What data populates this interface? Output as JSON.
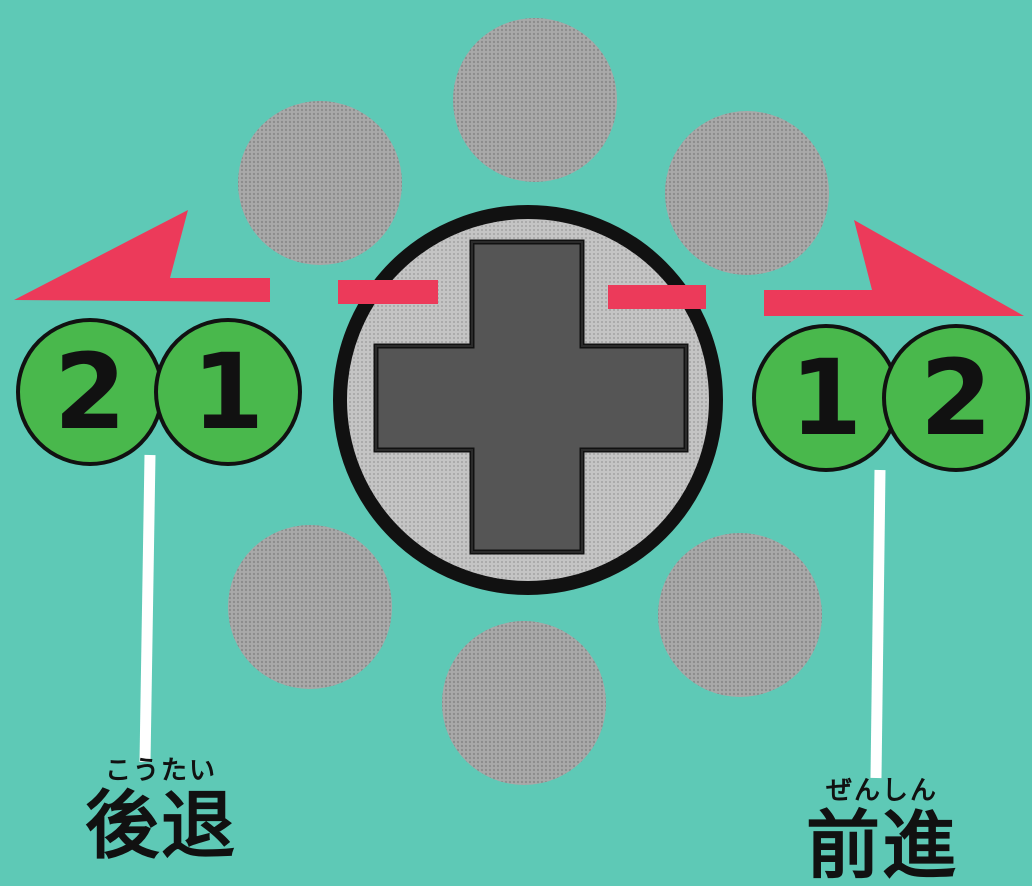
{
  "colors": {
    "background": "#5ec9b6",
    "circle": "#a9a9a9",
    "dpad_ring": "#111111",
    "dpad_base": "#c4c4c4",
    "dpad_cross": "#555555",
    "arrow": "#ec3a5a",
    "badge": "#49b84c",
    "leader_line": "#ffffff"
  },
  "icons": [
    "dpad-icon",
    "arrow-left-icon",
    "arrow-right-icon"
  ],
  "left": {
    "badges": [
      "2",
      "1"
    ],
    "label_ruby": "こうたい",
    "label": "後退"
  },
  "right": {
    "badges": [
      "1",
      "2"
    ],
    "label_ruby": "ぜんしん",
    "label": "前進"
  }
}
